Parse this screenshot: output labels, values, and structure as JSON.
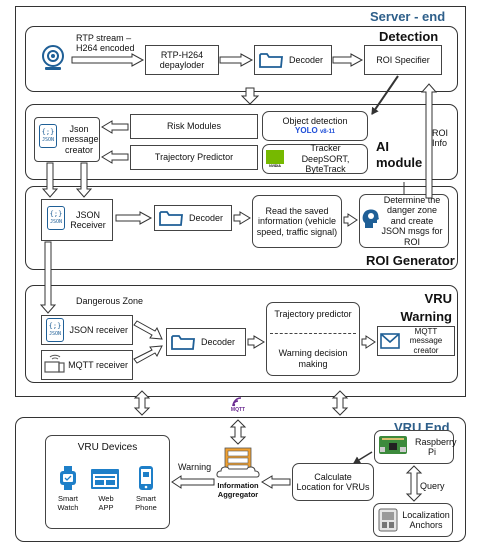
{
  "server_end": {
    "title": "Server - end",
    "detection": {
      "title": "Detection",
      "stream_label": "RTP stream – H264 encoded",
      "depayloader": "RTP-H264 depayloder",
      "decoder": "Decoder",
      "roi_specifier": "ROI Specifier"
    },
    "ai_module": {
      "title": "AI module",
      "json_creator": "Json message creator",
      "risk_modules": "Risk Modules",
      "trajectory_predictor": "Trajectory Predictor",
      "object_detection": "Object detection",
      "yolo_logo": "YOLO",
      "yolo_version": "v8-11",
      "tracker_title": "Tracker",
      "tracker_algos": "DeepSORT, ByteTrack",
      "nvidia_logo": "NVIDIA",
      "roi_info": "ROI Info"
    },
    "roi_generator": {
      "title": "ROI Generator",
      "json_receiver": "JSON Receiver",
      "decoder": "Decoder",
      "read_info": "Read the saved information (vehicle speed, traffic signal)",
      "danger_zone": "Determine the danger zone and create JSON msgs for ROI"
    },
    "vru_warning": {
      "title": "VRU Warning Generator",
      "dangerous_zone": "Dangerous Zone",
      "json_receiver": "JSON receiver",
      "mqtt_receiver": "MQTT receiver",
      "decoder": "Decoder",
      "trajectory_predictor": "Trajectory predictor",
      "warning_decision": "Warning decision making",
      "mqtt_creator": "MQTT message creator"
    }
  },
  "mqtt_label": "MQTT",
  "json_icon_text": "JSON",
  "vru_end": {
    "title": "VRU End",
    "devices": {
      "title": "VRU Devices",
      "smart_watch": "Smart Watch",
      "web_app": "Web APP",
      "smart_phone": "Smart Phone"
    },
    "warning": "Warning",
    "aggregator": "Information Aggregator",
    "calculate": "Calculate Location for VRUs",
    "raspberry": "Raspberry Pi",
    "query": "Query",
    "anchors": "Localization Anchors"
  },
  "colors": {
    "blue_title": "#2e5f8a",
    "icon_blue": "#1f5f96",
    "yolo_blue": "#1f4fd8",
    "nvidia_green": "#76b900",
    "aggregator_orange": "#f0a030",
    "mqtt_purple": "#6b2c91"
  }
}
